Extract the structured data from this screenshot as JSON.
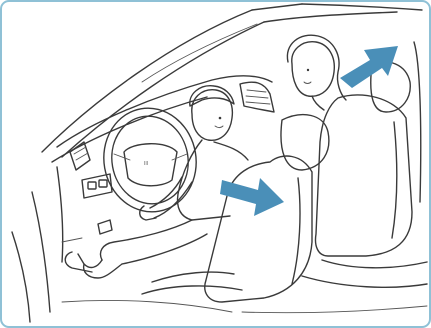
{
  "image": {
    "kind": "line-illustration",
    "subject": "car-interior-driver-and-passenger",
    "frame_color": "#8fc1d6",
    "line_color": "#3a3a3a",
    "arrow_color": "#4a8fb8"
  },
  "arrows": [
    {
      "name": "driver-seat-arrow",
      "direction": "right"
    },
    {
      "name": "rear-passenger-arrow",
      "direction": "up-right"
    }
  ]
}
